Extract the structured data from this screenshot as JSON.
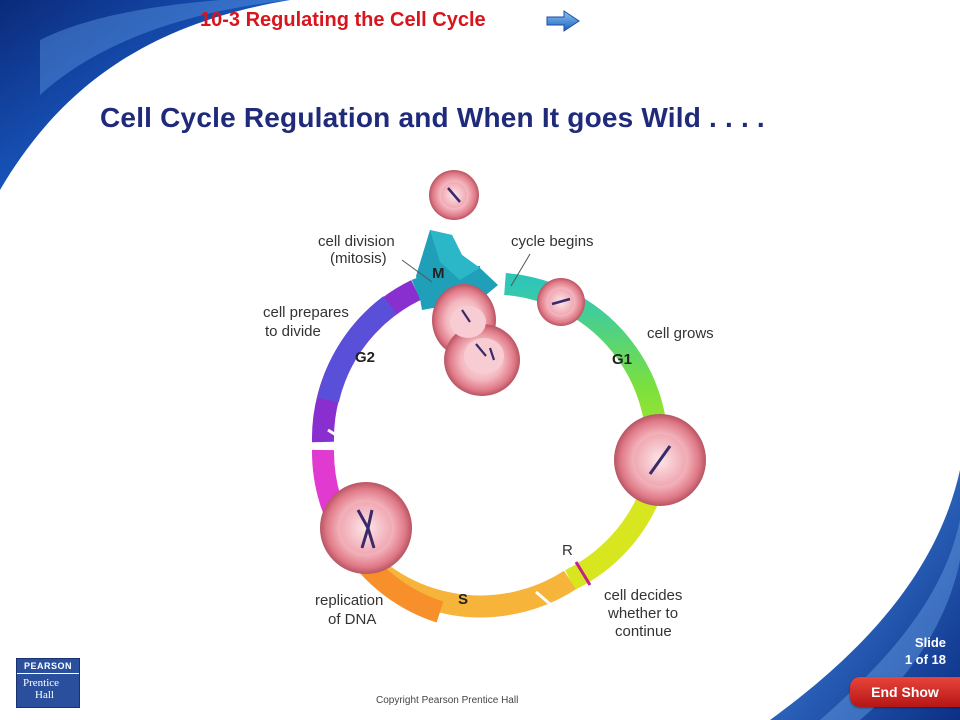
{
  "header": {
    "section_title": "10-3 Regulating the Cell Cycle",
    "slide_title": "Cell Cycle Regulation and When It goes Wild . . . ."
  },
  "diagram": {
    "labels": {
      "cell_division_line1": "cell division",
      "cell_division_line2": "(mitosis)",
      "cycle_begins": "cycle begins",
      "cell_prepares_line1": "cell prepares",
      "cell_prepares_line2": "to divide",
      "cell_grows": "cell grows",
      "replication_line1": "replication",
      "replication_line2": "of DNA",
      "cell_decides_line1": "cell decides",
      "cell_decides_line2": "whether to",
      "cell_decides_line3": "continue",
      "restriction_point": "R"
    },
    "phases": {
      "m": "M",
      "g1": "G1",
      "g2": "G2",
      "s": "S"
    },
    "colors": {
      "m": "#1f9fb8",
      "g1": "#6fd84a",
      "s": "#f2c81f",
      "g2": "#8a2fcf",
      "restriction_mark": "#c2208e"
    }
  },
  "footer": {
    "slide_number_line1": "Slide",
    "slide_number_line2": "1 of 18",
    "end_show_label": "End Show",
    "copyright": "Copyright Pearson Prentice Hall",
    "logo_top": "PEARSON",
    "logo_line1": "Prentice",
    "logo_line2": "Hall"
  }
}
